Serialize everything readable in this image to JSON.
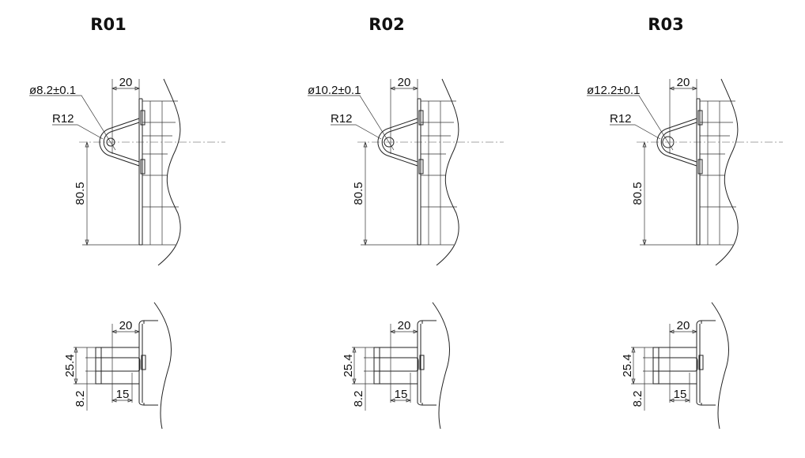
{
  "panels": [
    {
      "title": "R01",
      "diameter": "ø8.2±0.1",
      "radius": "R12",
      "width_top": "20",
      "height": "80.5",
      "width_bottom": "20",
      "slot_depth": "15",
      "slot_height": "25.4",
      "slot_width": "8.2"
    },
    {
      "title": "R02",
      "diameter": "ø10.2±0.1",
      "radius": "R12",
      "width_top": "20",
      "height": "80.5",
      "width_bottom": "20",
      "slot_depth": "15",
      "slot_height": "25.4",
      "slot_width": "8.2"
    },
    {
      "title": "R03",
      "diameter": "ø12.2±0.1",
      "radius": "R12",
      "width_top": "20",
      "height": "80.5",
      "width_bottom": "20",
      "slot_depth": "15",
      "slot_height": "25.4",
      "slot_width": "8.2"
    }
  ]
}
